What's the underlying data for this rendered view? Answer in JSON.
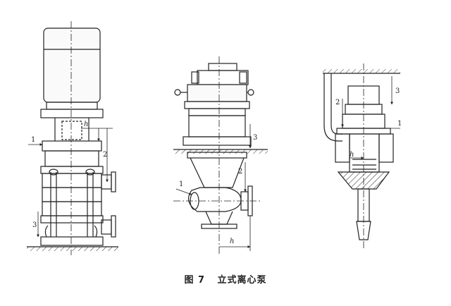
{
  "figure": {
    "caption_number": "图 7",
    "caption_title": "立式离心泵"
  },
  "left_pump": {
    "labels": {
      "one": "1",
      "two": "2",
      "three": "3",
      "h": "h"
    }
  },
  "middle_pump": {
    "labels": {
      "one": "1",
      "two": "2",
      "three": "3",
      "h": "h"
    }
  },
  "right_pump": {
    "labels": {
      "one": "1",
      "two": "2",
      "three": "3",
      "h": "h"
    }
  }
}
